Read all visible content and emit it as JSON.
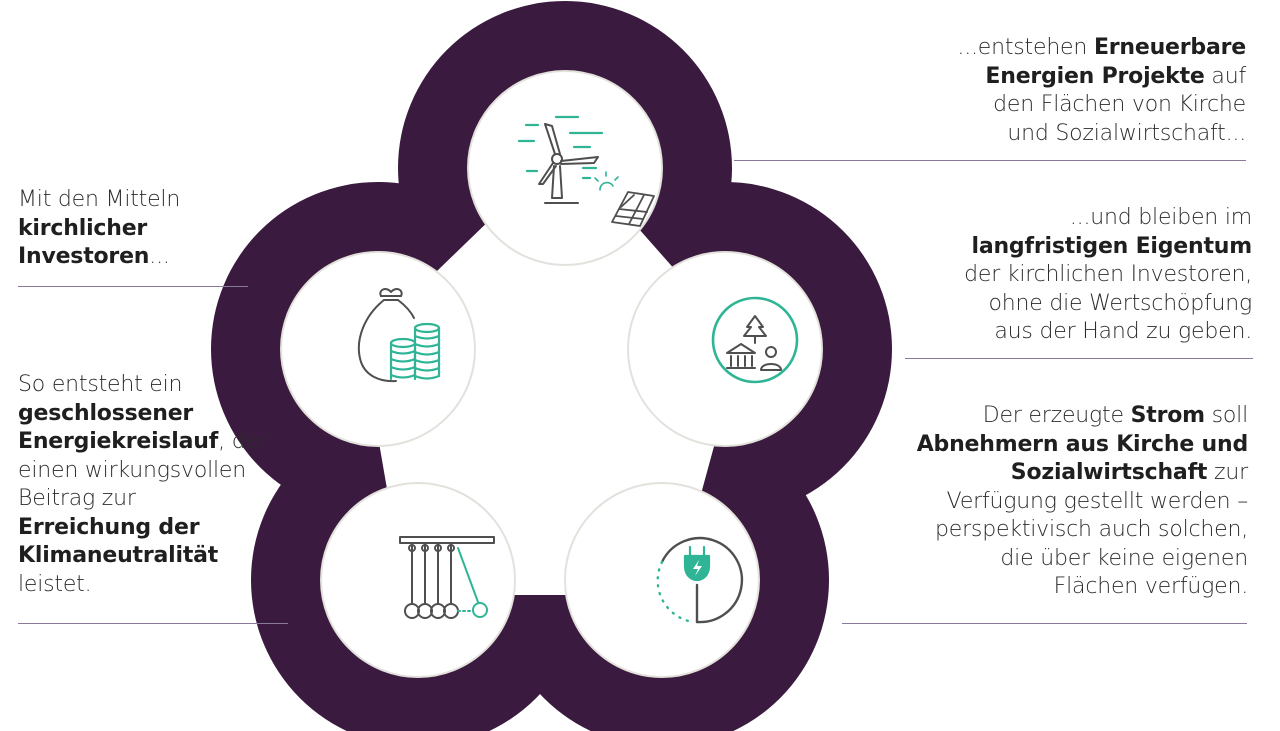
{
  "colors": {
    "ring": "#3a1a3e",
    "teal": "#2fb596",
    "icon_gray": "#4f4f4f",
    "circle_fill": "#ffffff",
    "circle_stroke": "#e3e1dc",
    "rule": "#8a7a9a"
  },
  "icons": {
    "top": "wind-turbine-solar-icon",
    "upper_right": "ownership-bank-tree-person-icon",
    "lower_right": "power-plug-icon",
    "lower_left": "newtons-cradle-icon",
    "upper_left": "money-bag-coins-icon"
  },
  "texts": {
    "top_right": [
      {
        "t": "...entstehen "
      },
      {
        "t": "Erneuerbare",
        "b": true
      },
      {
        "br": true
      },
      {
        "t": "Energien Projekte",
        "b": true
      },
      {
        "t": " auf"
      },
      {
        "br": true
      },
      {
        "t": "den Flächen von Kirche"
      },
      {
        "br": true
      },
      {
        "t": "und Sozialwirtschaft..."
      }
    ],
    "mid_right": [
      {
        "t": "...und bleiben im"
      },
      {
        "br": true
      },
      {
        "t": "langfristigen Eigentum",
        "b": true
      },
      {
        "br": true
      },
      {
        "t": "der kirchlichen Investoren,"
      },
      {
        "br": true
      },
      {
        "t": "ohne die Wertschöpfung"
      },
      {
        "br": true
      },
      {
        "t": "aus der Hand zu geben."
      }
    ],
    "bottom_right": [
      {
        "t": "Der erzeugte "
      },
      {
        "t": "Strom",
        "b": true
      },
      {
        "t": " soll"
      },
      {
        "br": true
      },
      {
        "t": "Abnehmern aus Kirche und",
        "b": true
      },
      {
        "br": true
      },
      {
        "t": "Sozialwirtschaft",
        "b": true
      },
      {
        "t": " zur"
      },
      {
        "br": true
      },
      {
        "t": "Verfügung gestellt werden –"
      },
      {
        "br": true
      },
      {
        "t": "perspektivisch auch solchen,"
      },
      {
        "br": true
      },
      {
        "t": "die über keine eigenen"
      },
      {
        "br": true
      },
      {
        "t": "Flächen verfügen."
      }
    ],
    "top_left": [
      {
        "t": "Mit den Mitteln"
      },
      {
        "br": true
      },
      {
        "t": "kirchlicher",
        "b": true
      },
      {
        "br": true
      },
      {
        "t": "Investoren",
        "b": true
      },
      {
        "t": "..."
      }
    ],
    "bottom_left": [
      {
        "t": "So entsteht ein"
      },
      {
        "br": true
      },
      {
        "t": "geschlossener",
        "b": true
      },
      {
        "br": true
      },
      {
        "t": "Energiekreislauf",
        "b": true
      },
      {
        "t": ", der"
      },
      {
        "br": true
      },
      {
        "t": "einen wirkungsvollen"
      },
      {
        "br": true
      },
      {
        "t": "Beitrag zur"
      },
      {
        "br": true
      },
      {
        "t": "Erreichung der",
        "b": true
      },
      {
        "br": true
      },
      {
        "t": "Klimaneutralität",
        "b": true
      },
      {
        "br": true
      },
      {
        "t": "leistet."
      }
    ]
  }
}
